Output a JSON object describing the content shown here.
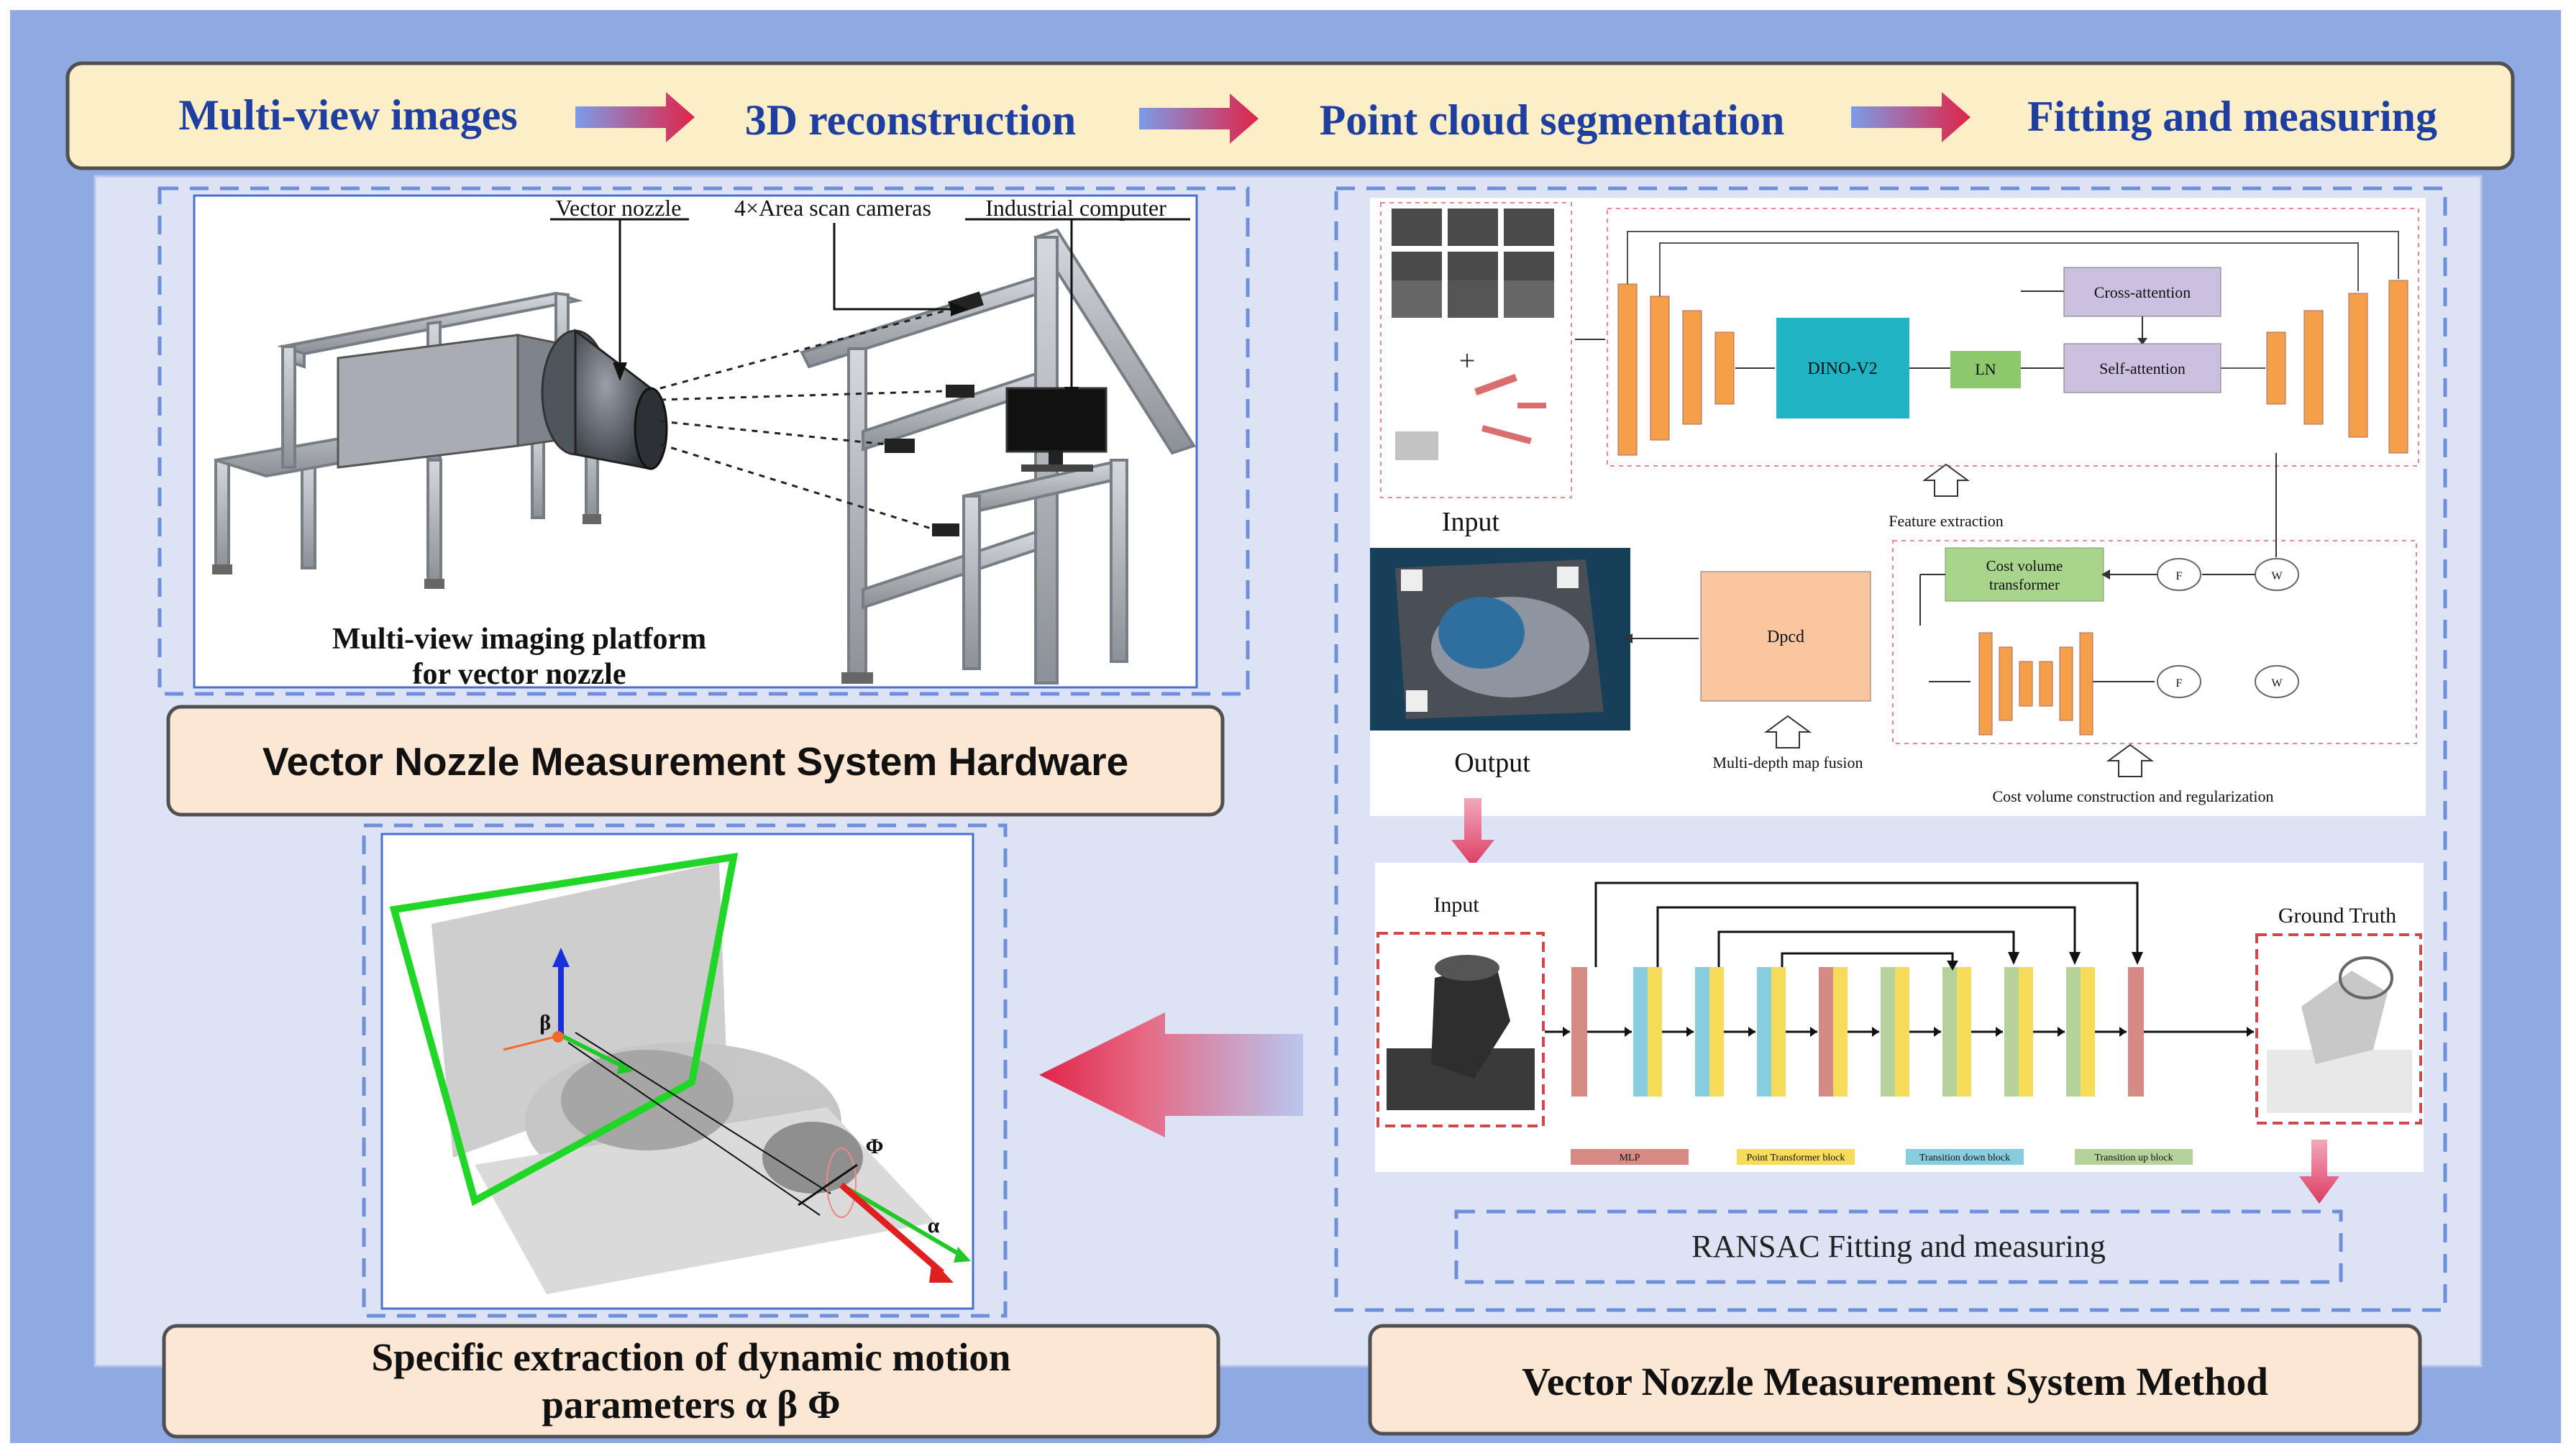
{
  "pipeline": {
    "steps": [
      "Multi-view images",
      "3D reconstruction",
      "Point cloud segmentation",
      "Fitting and measuring"
    ]
  },
  "hardware": {
    "labels": {
      "vector_nozzle": "Vector nozzle",
      "cameras": "4×Area scan cameras",
      "computer": "Industrial computer"
    },
    "platform_caption_line1": "Multi-view imaging platform",
    "platform_caption_line2": "for vector nozzle",
    "title": "Vector Nozzle Measurement System Hardware"
  },
  "extraction": {
    "title_line1": "Specific extraction of dynamic motion",
    "title_line2": "parameters   α  β  Φ",
    "symbols": {
      "alpha": "α",
      "beta": "β",
      "phi": "Φ"
    }
  },
  "reconstruction": {
    "input_label": "Input",
    "output_label": "Output",
    "dino": "DINO-V2",
    "ln": "LN",
    "cross_attention": "Cross-attention",
    "self_attention": "Self-attention",
    "feature_extraction": "Feature extraction",
    "cost_volume_transformer_line1": "Cost volume",
    "cost_volume_transformer_line2": "transformer",
    "dpcd": "Dpcd",
    "multi_depth": "Multi-depth map fusion",
    "cost_volume_construction": "Cost volume construction and regularization",
    "f": "F",
    "w": "W"
  },
  "segmentation": {
    "input_label": "Input",
    "ground_truth": "Ground Truth",
    "legend": [
      "MLP",
      "Point Transformer block",
      "Transition down block",
      "Transition up block"
    ]
  },
  "ransac": "RANSAC Fitting and measuring",
  "method_title": "Vector Nozzle Measurement System Method",
  "colors": {
    "outer_bg": "#8fa9e2",
    "panel_bg": "#dbe3f5",
    "title_box": "#fce6d4",
    "banner": "#fcefc8",
    "banner_text": "#1e3fa0",
    "orange": "#f4a04a",
    "teal": "#1fb3c4",
    "green": "#8dc96c",
    "lavender": "#cbc0df",
    "peach": "#f9c6a0",
    "mlp": "#d58a84",
    "pt_yellow": "#f7dc5a",
    "td_blue": "#88cce0",
    "tu_green": "#b5d29b",
    "arrow_red": "#e0224a"
  }
}
